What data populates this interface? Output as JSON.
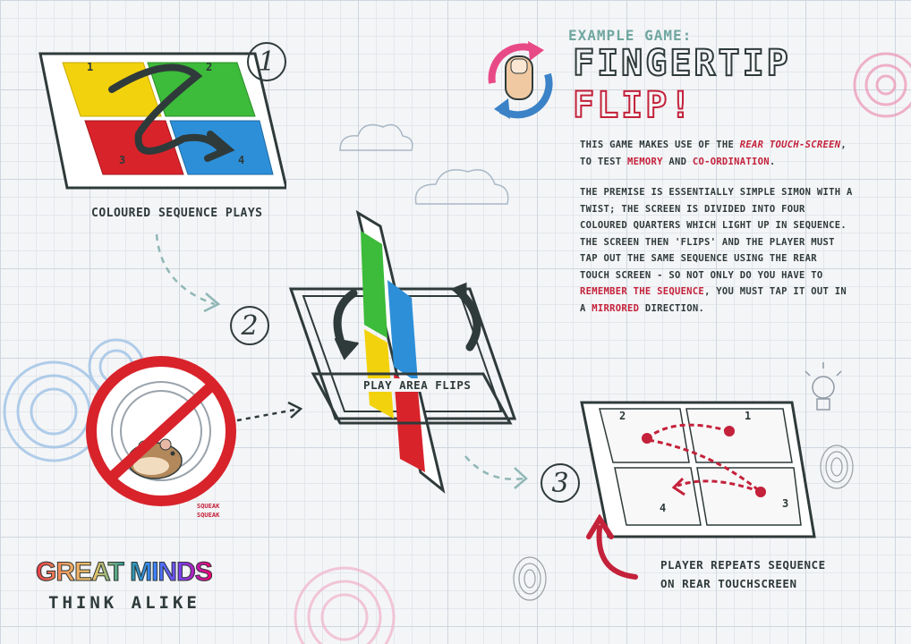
{
  "header": {
    "example_label": "EXAMPLE GAME:",
    "title_line1": "FINGERTIP",
    "title_line2": "FLIP!"
  },
  "description": {
    "p1_a": "THIS GAME MAKES USE OF THE ",
    "p1_rear": "REAR TOUCH-SCREEN",
    "p1_b": ",",
    "p1_c": "TO TEST ",
    "p1_memory": "MEMORY",
    "p1_d": " AND ",
    "p1_coord": "CO-ORDINATION",
    "p1_e": ".",
    "p2_l1": "THE PREMISE IS ESSENTIALLY SIMPLE SIMON WITH A",
    "p2_l2": "TWIST; THE SCREEN IS DIVIDED INTO FOUR",
    "p2_l3": "COLOURED QUARTERS WHICH LIGHT UP IN SEQUENCE.",
    "p2_l4": "THE SCREEN THEN 'FLIPS' AND THE PLAYER MUST",
    "p2_l5": "TAP OUT THE SAME SEQUENCE USING THE REAR",
    "p2_l6": "TOUCH SCREEN - SO NOT ONLY DO YOU HAVE TO",
    "p2_remember": "REMEMBER THE SEQUENCE",
    "p2_l7b": ", YOU MUST TAP IT OUT IN",
    "p2_l8a": "A ",
    "p2_mirrored": "MIRRORED",
    "p2_l8b": " DIRECTION."
  },
  "steps": {
    "step1": {
      "number": "1",
      "caption": "COLOURED SEQUENCE PLAYS",
      "q1": "1",
      "q2": "2",
      "q3": "3",
      "q4": "4"
    },
    "step2": {
      "number": "2",
      "caption": "PLAY AREA FLIPS"
    },
    "step3": {
      "number": "3",
      "caption_l1": "PLAYER REPEATS SEQUENCE",
      "caption_l2": "ON REAR TOUCHSCREEN",
      "q1": "1",
      "q2": "2",
      "q3": "3",
      "q4": "4"
    }
  },
  "hamster": {
    "squeak1": "SQUEAK",
    "squeak2": "SQUEAK"
  },
  "logo": {
    "top": "GREAT MINDS",
    "bottom": "THINK ALIKE"
  },
  "colors": {
    "yellow": "#f2d20c",
    "green": "#3dbb3a",
    "red": "#d8232b",
    "blue": "#2d8fd8",
    "accent_red": "#c4213a",
    "ink": "#2f3a3a",
    "teal": "#6fa7a0"
  }
}
